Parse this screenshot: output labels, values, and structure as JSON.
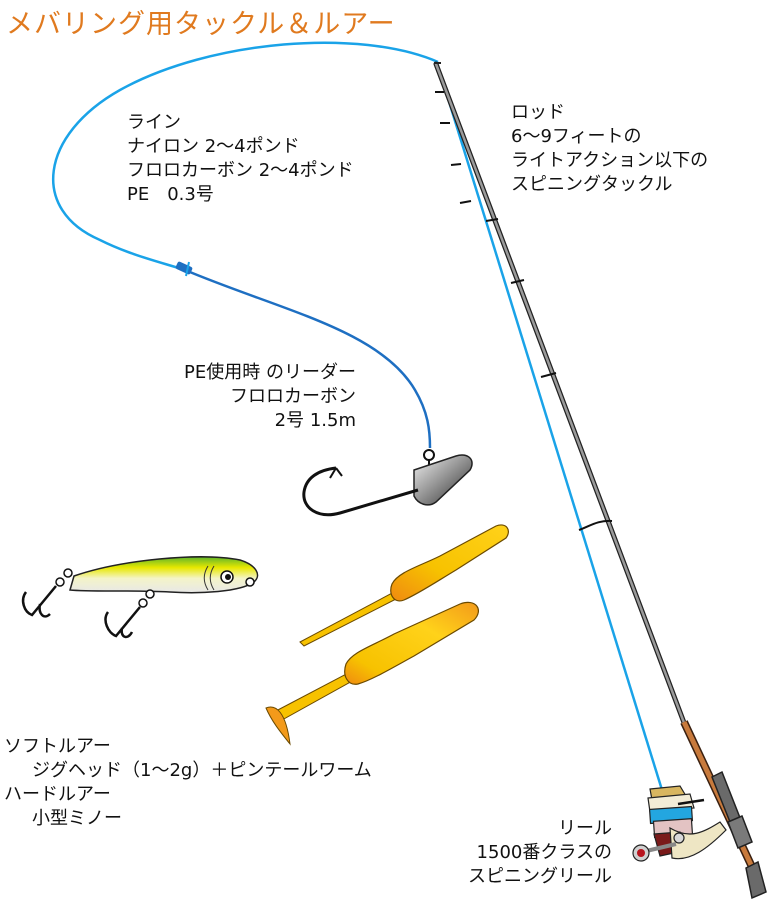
{
  "title": "メバリング用タックル＆ルアー",
  "colors": {
    "title": "#e07a1f",
    "line": "#1aa3e8",
    "pe_line": "#1e6fc2",
    "rod": "#6f6f6f",
    "rod_handle": "#c87a3c",
    "worm": "#f5b800",
    "minnow_back": "#5fb52a",
    "minnow_side": "#e8e800"
  },
  "labels": {
    "line": {
      "heading": "ライン",
      "nylon": "ナイロン 2〜4ポンド",
      "fluoro": "フロロカーボン 2〜4ポンド",
      "pe": "PE　0.3号"
    },
    "rod": {
      "heading": "ロッド",
      "length": "6〜9フィートの",
      "action": "ライトアクション以下の",
      "type": "スピニングタックル"
    },
    "leader": {
      "heading": "PE使用時 のリーダー",
      "material": "フロロカーボン",
      "spec": "2号 1.5m"
    },
    "lures": {
      "soft_heading": "ソフトルアー",
      "soft_detail": "ジグヘッド（1〜2g）＋ピンテールワーム",
      "hard_heading": "ハードルアー",
      "hard_detail": "小型ミノー"
    },
    "reel": {
      "heading": "リール",
      "size": "1500番クラスの",
      "type": "スピニングリール"
    }
  },
  "illustrations": [
    "fishing-line",
    "spinning-rod",
    "rod-guides",
    "jig-head-hook",
    "minnow-lure",
    "pintail-worm",
    "paddle-tail-worm",
    "spinning-reel"
  ]
}
